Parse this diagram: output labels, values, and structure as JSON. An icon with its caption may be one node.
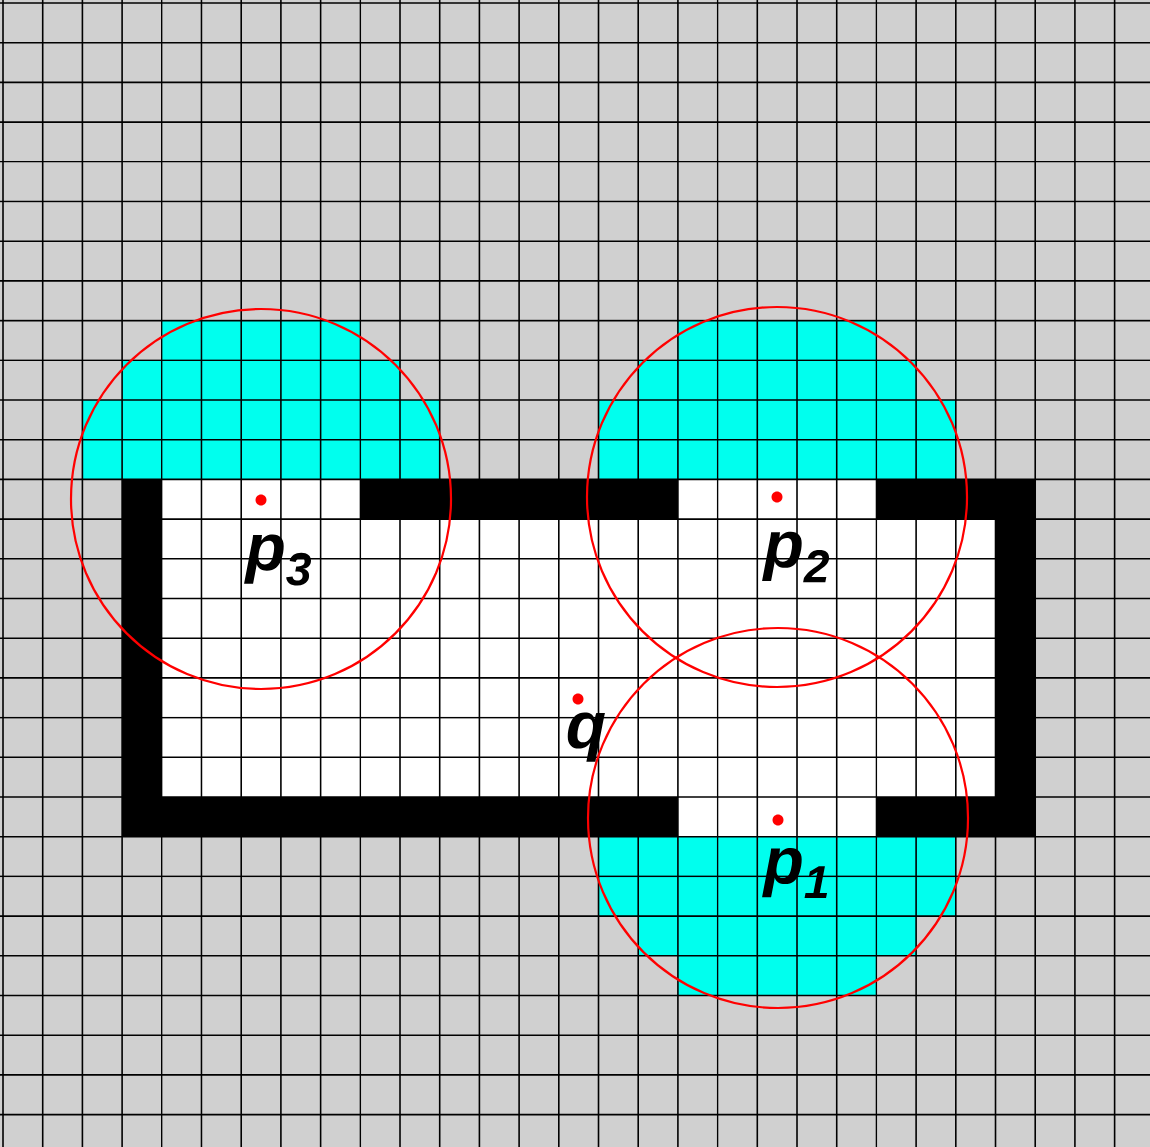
{
  "diagram": {
    "labels": [
      "p$_{3}$",
      "p$_{2}$",
      "q",
      "p$_{1}$"
    ]
  }
}
